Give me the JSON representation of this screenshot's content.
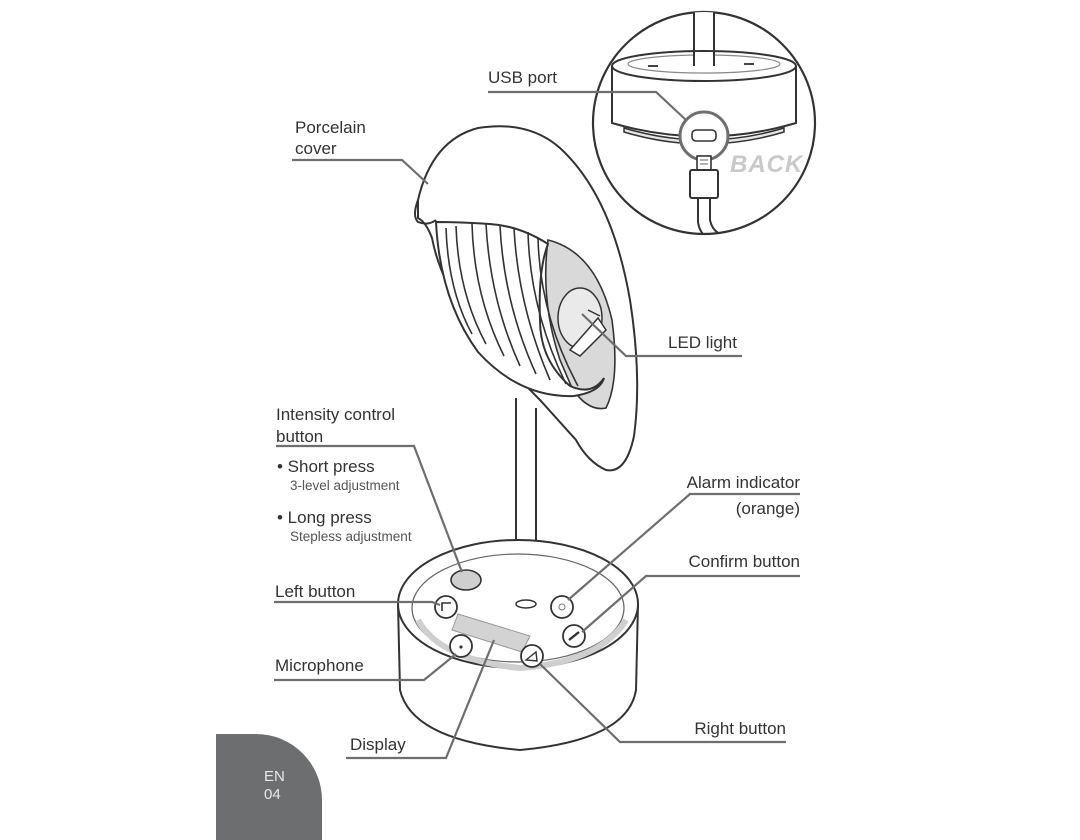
{
  "labels": {
    "usb_port": "USB port",
    "porcelain_cover_1": "Porcelain",
    "porcelain_cover_2": "cover",
    "led_light": "LED light",
    "intensity_1": "Intensity control",
    "intensity_2": "button",
    "short_press": "• Short press",
    "short_press_desc": "3-level adjustment",
    "long_press": "• Long press",
    "long_press_desc": "Stepless adjustment",
    "left_button": "Left button",
    "microphone": "Microphone",
    "display": "Display",
    "alarm_indicator_1": "Alarm indicator",
    "alarm_indicator_2": "(orange)",
    "confirm_button": "Confirm button",
    "right_button": "Right button",
    "back": "BACK"
  },
  "page": {
    "language": "EN",
    "number": "04"
  },
  "colors": {
    "line": "#3a3a3a",
    "leader": "#6d6e70",
    "shade": "#d9d9d9",
    "tab": "#6d6e70"
  }
}
